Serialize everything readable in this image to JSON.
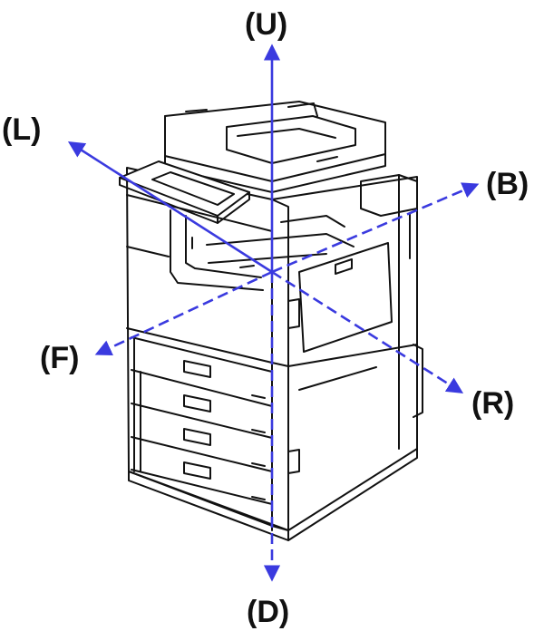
{
  "labels": {
    "up": "(U)",
    "down": "(D)",
    "left": "(L)",
    "right": "(R)",
    "back": "(B)",
    "front": "(F)"
  },
  "colors": {
    "axis": "#3a3adf",
    "line": "#111111",
    "background": "#ffffff"
  }
}
